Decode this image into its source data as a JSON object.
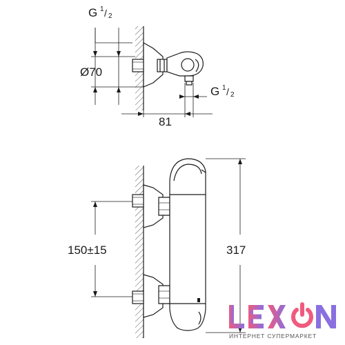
{
  "labels": {
    "thread_top": "G",
    "thread_top_frac_num": "1",
    "thread_top_frac_den": "2",
    "diameter": "Ø70",
    "thread_right": "G",
    "thread_right_frac_num": "1",
    "thread_right_frac_den": "2",
    "depth": "81",
    "spacing": "150±15",
    "height": "317"
  },
  "watermark": {
    "brand": "LEXON",
    "tagline": "ИНТЕРНЕТ СУПЕРМАРКЕТ",
    "colors": {
      "letter_gradient_from": "#f05a7e",
      "letter_gradient_to": "#8a6fe0",
      "power_icon": "#f05a7e"
    }
  },
  "colors": {
    "line": "#1a1a1a",
    "wall_hatch": "#555555"
  }
}
